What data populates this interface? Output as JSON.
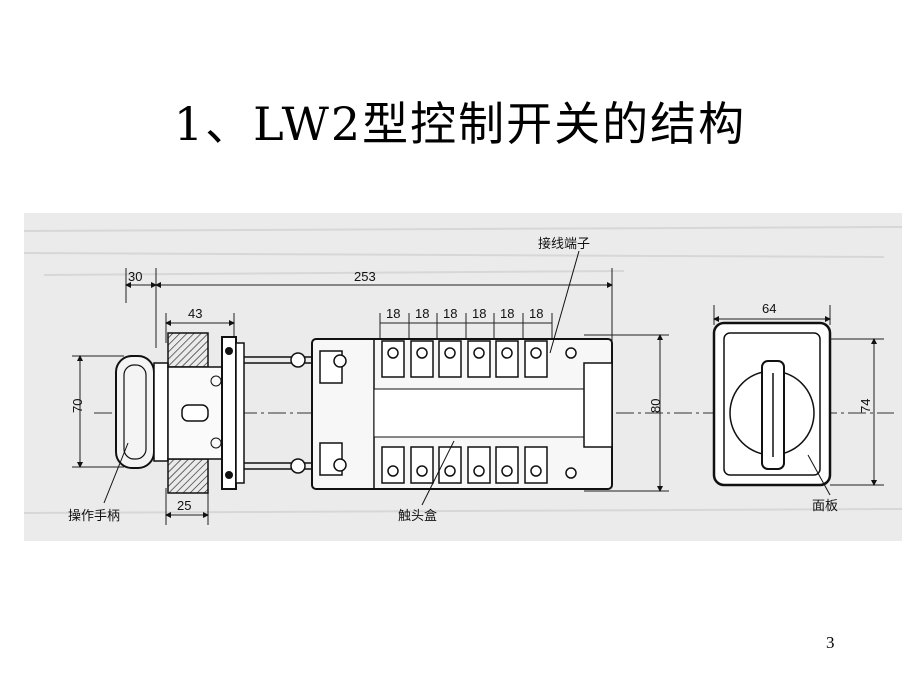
{
  "slide": {
    "title": "1、LW2型控制开关的结构",
    "page_number": "3"
  },
  "figure": {
    "dimensions": {
      "d30": "30",
      "d253": "253",
      "d43": "43",
      "d18": [
        "18",
        "18",
        "18",
        "18",
        "18",
        "18"
      ],
      "d70": "70",
      "d80": "80",
      "d25": "25",
      "d64": "64",
      "d74": "74"
    },
    "labels": {
      "terminal": "接线端子",
      "handle": "操作手柄",
      "contact_box": "触头盒",
      "panel": "面板"
    }
  }
}
